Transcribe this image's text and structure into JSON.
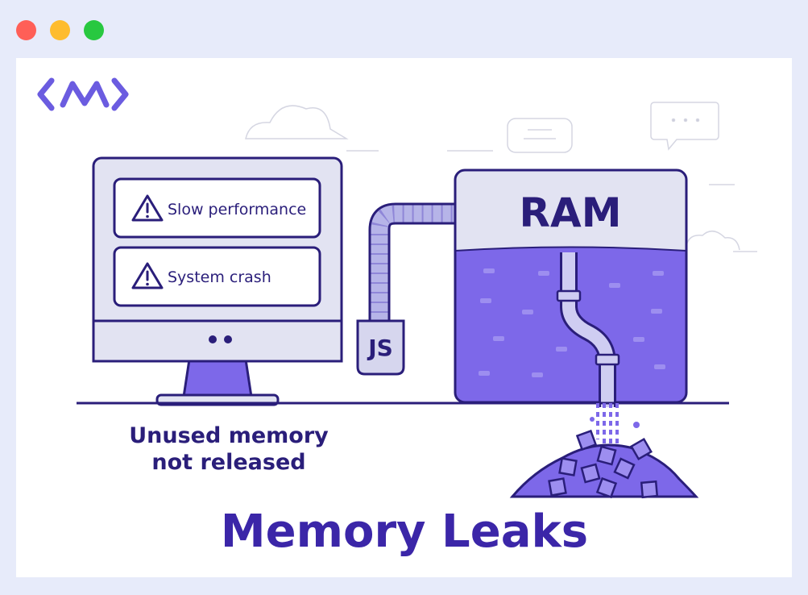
{
  "window": {
    "buttons": [
      "close",
      "minimize",
      "maximize"
    ],
    "colors": {
      "close": "#ff5f57",
      "minimize": "#febc2e",
      "maximize": "#28c840"
    }
  },
  "logo": {
    "icon": "code-brackets-logo-icon",
    "color": "#6b5ce0"
  },
  "monitor": {
    "warnings": [
      {
        "label": "Slow performance",
        "icon": "warning-triangle-icon"
      },
      {
        "label": "System crash",
        "icon": "warning-triangle-icon"
      }
    ]
  },
  "connector": {
    "label": "JS"
  },
  "ram": {
    "label": "RAM",
    "fill_color": "#7d68e9"
  },
  "caption": {
    "line1": "Unused memory",
    "line2": "not released"
  },
  "title": "Memory Leaks",
  "colors": {
    "outline": "#2a1e7a",
    "accent": "#7d68e9",
    "panel": "#e2e3f2"
  }
}
